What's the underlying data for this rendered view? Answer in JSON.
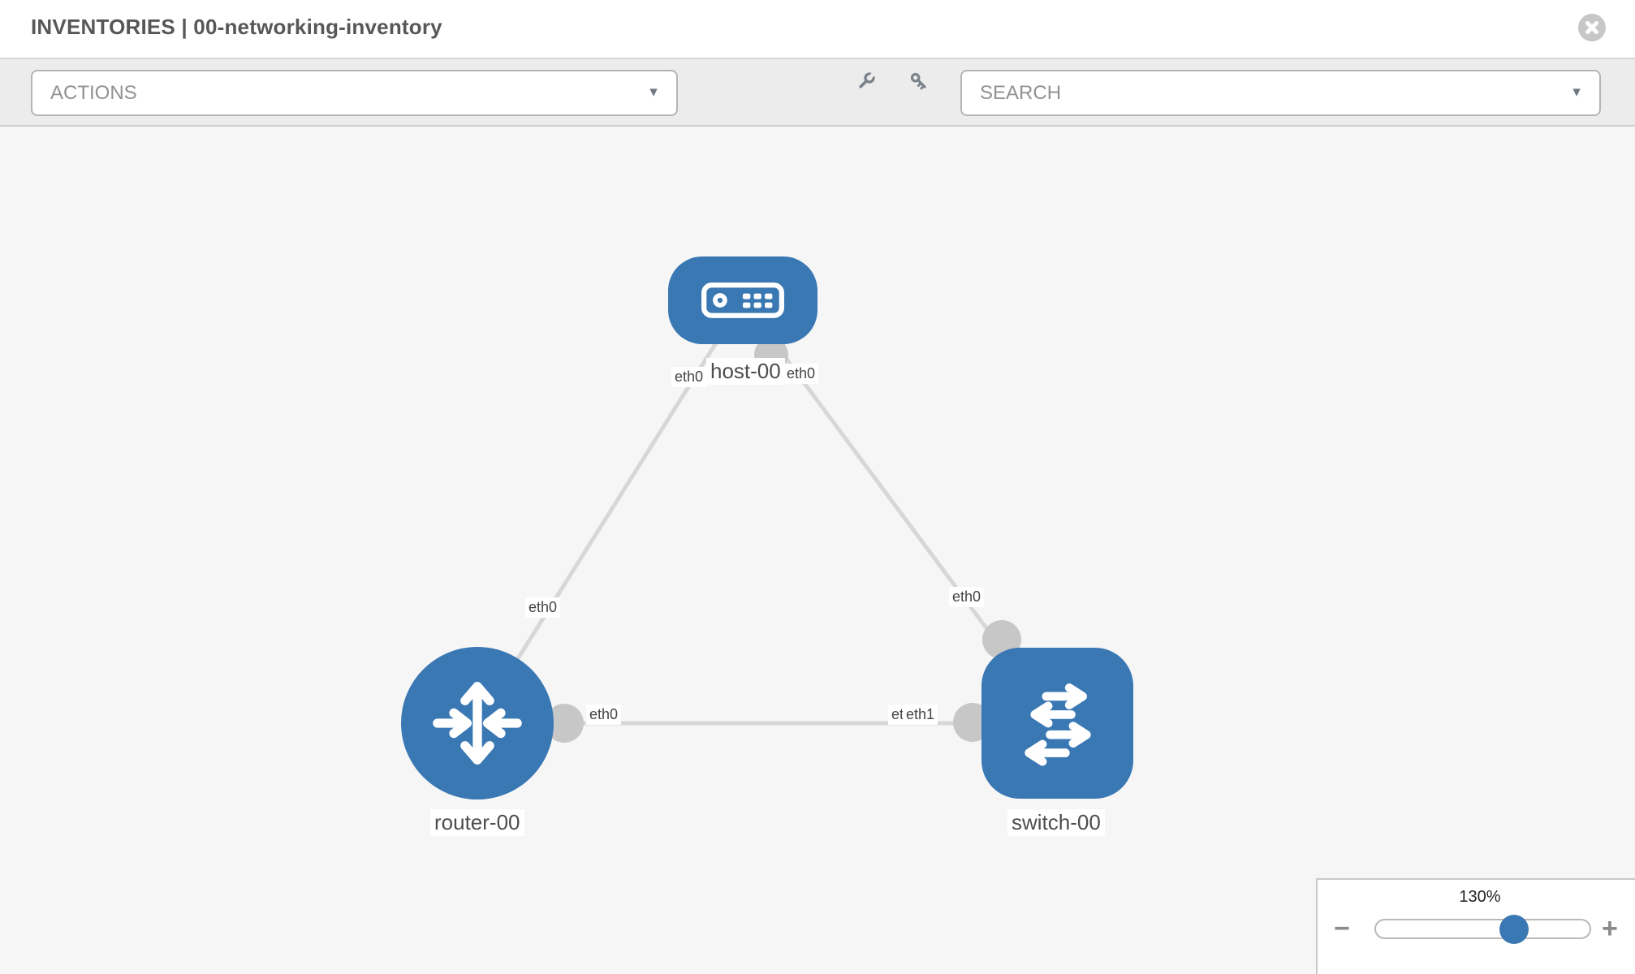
{
  "header": {
    "title": "INVENTORIES | 00-networking-inventory"
  },
  "toolbar": {
    "actions_label": "ACTIONS",
    "search_label": "SEARCH"
  },
  "icons": {
    "caret": "▼",
    "minus": "−",
    "plus": "+"
  },
  "topology": {
    "nodes": [
      {
        "id": "host-00",
        "type": "host",
        "label": "host-00"
      },
      {
        "id": "router-00",
        "type": "router",
        "label": "router-00"
      },
      {
        "id": "switch-00",
        "type": "switch",
        "label": "switch-00"
      }
    ],
    "links": [
      {
        "from": "host-00",
        "to": "router-00"
      },
      {
        "from": "host-00",
        "to": "switch-00"
      },
      {
        "from": "router-00",
        "to": "switch-00"
      }
    ],
    "interface_labels": [
      {
        "text": "eth0",
        "near": "host-left"
      },
      {
        "text": "eth0",
        "near": "host-right"
      },
      {
        "text": "eth0",
        "near": "router-top"
      },
      {
        "text": "eth0",
        "near": "switch-top"
      },
      {
        "text": "eth0",
        "near": "link-mid-left"
      },
      {
        "text": "eth0",
        "near": "link-mid-right-back"
      },
      {
        "text": "eth1",
        "near": "link-mid-right-front"
      }
    ]
  },
  "zoom_control": {
    "level": "130%"
  },
  "colors": {
    "node_blue": "#3a78b4",
    "link_gray": "#d7d7d7",
    "port_gray": "#c7c7c7",
    "toolbar_bg": "#ececec",
    "canvas_bg": "#f6f6f6"
  }
}
